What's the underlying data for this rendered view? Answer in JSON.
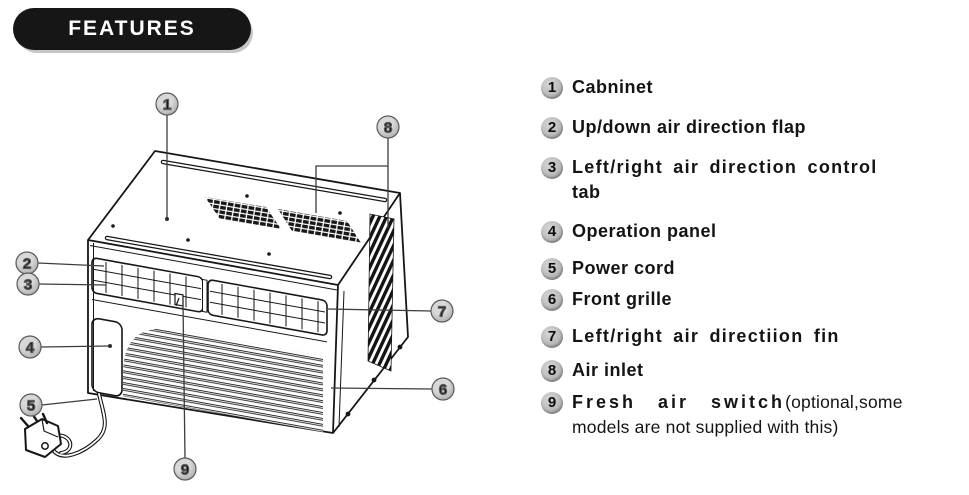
{
  "header": {
    "title": "FEATURES"
  },
  "diagram": {
    "description": "window air conditioner line drawing",
    "callout_numbers": [
      "1",
      "2",
      "3",
      "4",
      "5",
      "6",
      "7",
      "8",
      "9"
    ]
  },
  "legend": {
    "items": [
      {
        "num": "1",
        "label": "Cabninet"
      },
      {
        "num": "2",
        "label": "Up/down air direction flap"
      },
      {
        "num": "3",
        "label": "Left/right air direction control",
        "label2": "tab"
      },
      {
        "num": "4",
        "label": "Operation panel"
      },
      {
        "num": "5",
        "label": "Power cord"
      },
      {
        "num": "6",
        "label": "Front grille"
      },
      {
        "num": "7",
        "label": "Left/right air directiion fin"
      },
      {
        "num": "8",
        "label": "Air inlet"
      },
      {
        "num": "9",
        "label": "Fresh air switch",
        "suffix": "(optional,some",
        "line2": "models are not supplied with this)"
      }
    ]
  },
  "colors": {
    "ink": "#161616",
    "callout_fill": "#c7c7c7",
    "background": "#ffffff"
  }
}
